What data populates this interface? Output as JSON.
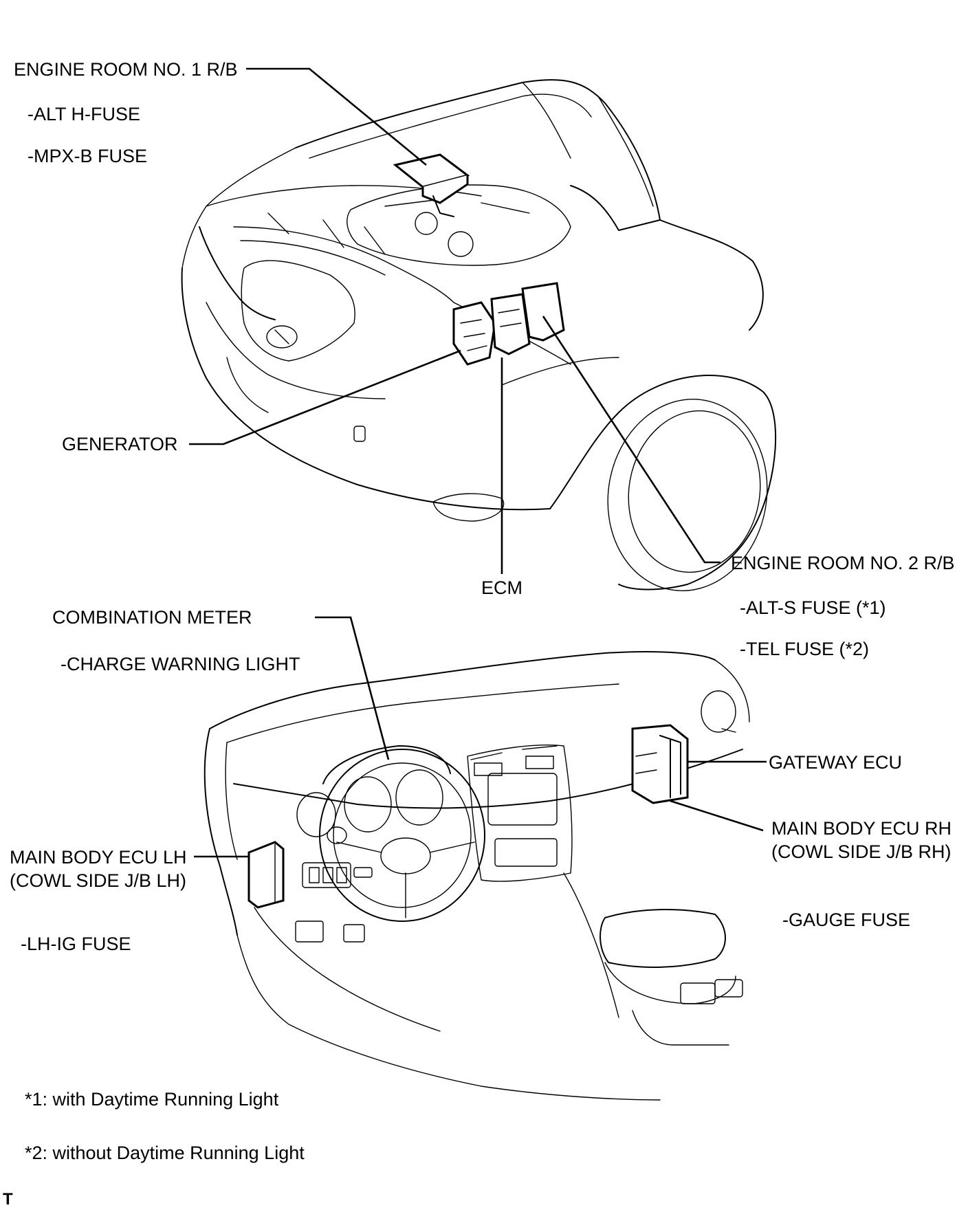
{
  "labels": {
    "engine_room_1": "ENGINE ROOM NO. 1 R/B",
    "alt_h_fuse": "-ALT H-FUSE",
    "mpx_b_fuse": "-MPX-B FUSE",
    "generator": "GENERATOR",
    "ecm": "ECM",
    "engine_room_2": "ENGINE ROOM NO. 2 R/B",
    "alt_s_fuse": "-ALT-S FUSE (*1)",
    "tel_fuse": "-TEL FUSE (*2)",
    "combination_meter": "COMBINATION METER",
    "charge_warning_light": "-CHARGE WARNING LIGHT",
    "gateway_ecu": "GATEWAY ECU",
    "main_body_ecu_rh_1": "MAIN BODY ECU RH",
    "main_body_ecu_rh_2": "(COWL SIDE J/B RH)",
    "main_body_ecu_lh_1": "MAIN BODY ECU LH",
    "main_body_ecu_lh_2": "(COWL SIDE J/B LH)",
    "gauge_fuse": "-GAUGE FUSE",
    "lh_ig_fuse": "-LH-IG FUSE"
  },
  "notes": {
    "note_1": "*1: with Daytime Running Light",
    "note_2": "*2: without Daytime Running Light"
  },
  "corner_mark": "T"
}
